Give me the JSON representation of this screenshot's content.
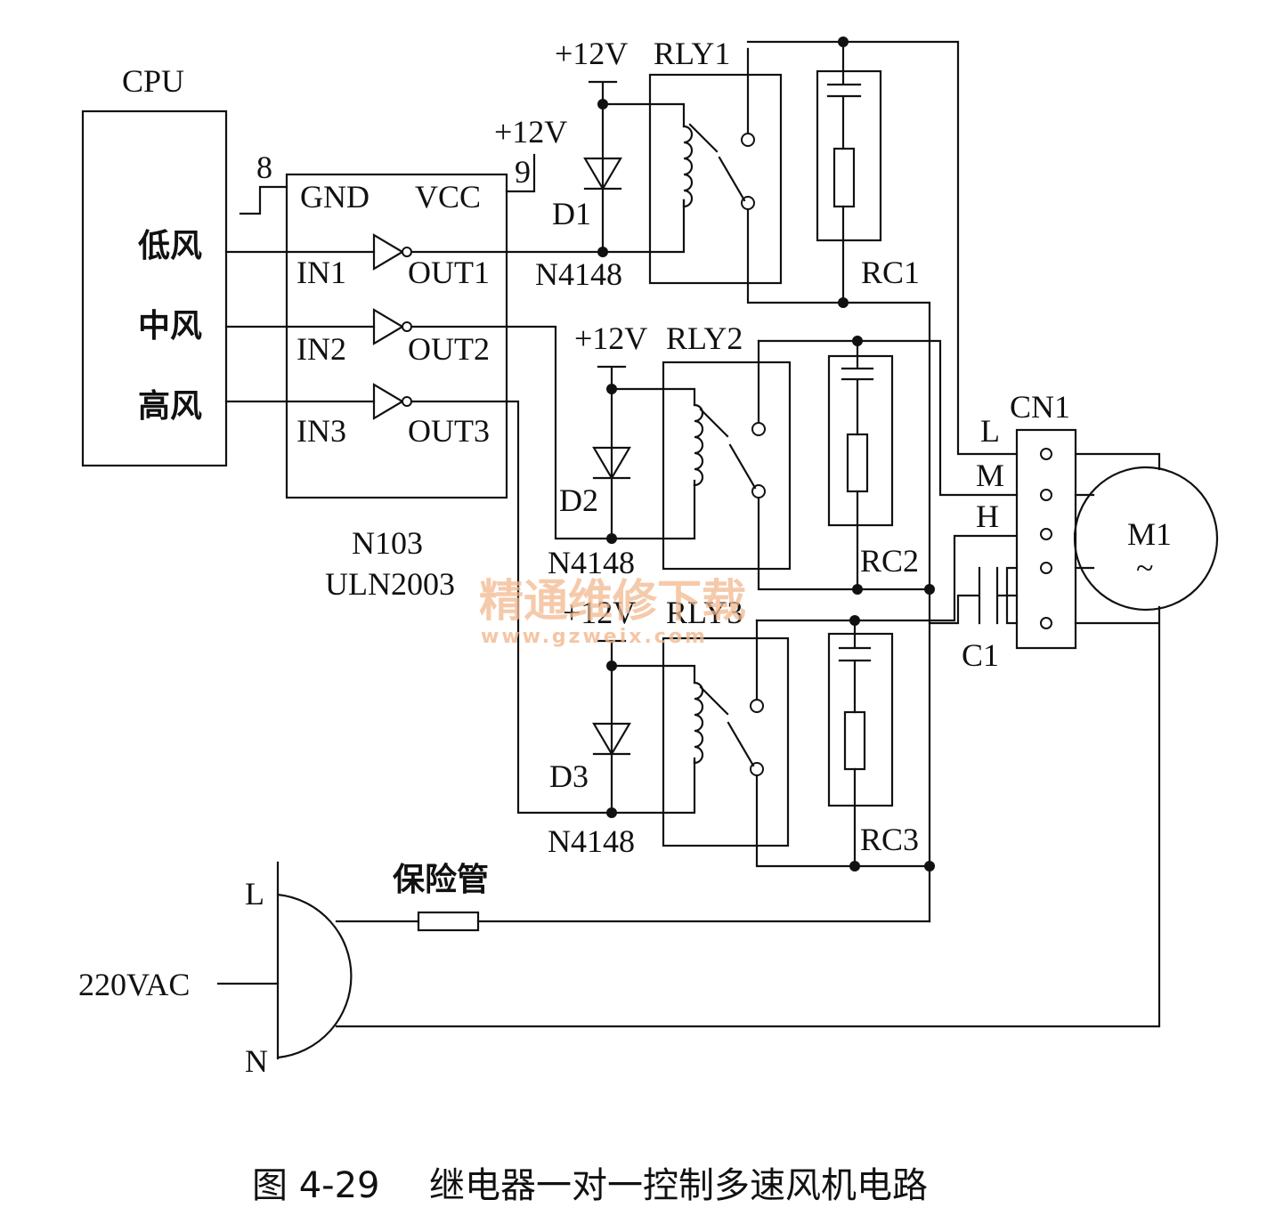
{
  "cpu": {
    "title": "CPU",
    "outputs": [
      "低风",
      "中风",
      "高风"
    ]
  },
  "driver": {
    "gnd_label": "GND",
    "vcc_label": "VCC",
    "gnd_pin": "8",
    "vcc_pin": "9",
    "vcc_supply": "+12V",
    "inputs": [
      "IN1",
      "IN2",
      "IN3"
    ],
    "outputs": [
      "OUT1",
      "OUT2",
      "OUT3"
    ],
    "part_name": "N103",
    "part_number": "ULN2003"
  },
  "relay_stages": [
    {
      "supply": "+12V",
      "relay": "RLY1",
      "diode": "D1",
      "diode_part": "N4148",
      "snubber": "RC1"
    },
    {
      "supply": "+12V",
      "relay": "RLY2",
      "diode": "D2",
      "diode_part": "N4148",
      "snubber": "RC2"
    },
    {
      "supply": "+12V",
      "relay": "RLY3",
      "diode": "D3",
      "diode_part": "N4148",
      "snubber": "RC3"
    }
  ],
  "connector": {
    "name": "CN1",
    "pins": [
      "L",
      "M",
      "H"
    ]
  },
  "capacitor": "C1",
  "motor": {
    "name": "M1",
    "symbol": "~"
  },
  "mains": {
    "voltage": "220VAC",
    "line": "L",
    "neutral": "N",
    "fuse": "保险管"
  },
  "watermark": {
    "text": "精通维修下载",
    "url": "www.gzweix.com"
  },
  "caption": {
    "figure": "图 4-29",
    "title": "继电器一对一控制多速风机电路"
  }
}
